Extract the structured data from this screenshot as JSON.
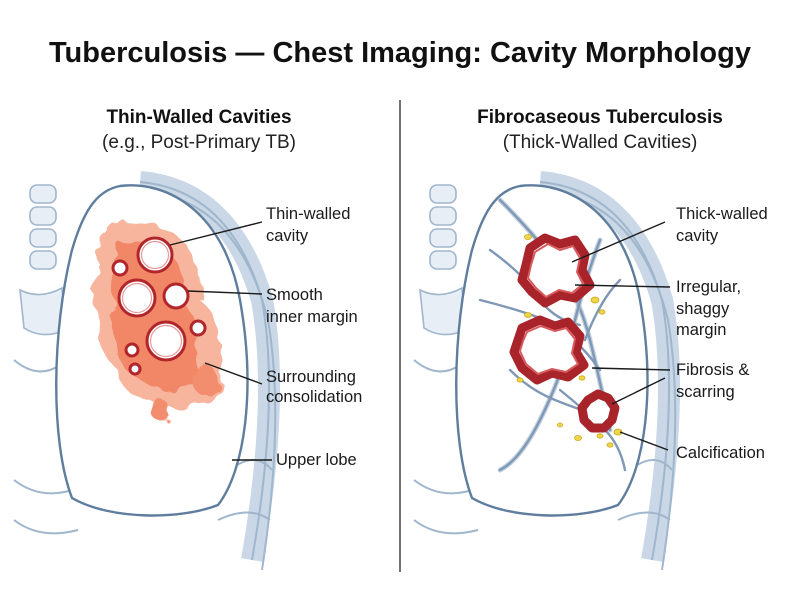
{
  "title": "Tuberculosis — Chest Imaging: Cavity Morphology",
  "left_panel": {
    "heading": "Thin-Walled Cavities",
    "subheading": "(e.g., Post-Primary TB)",
    "labels": {
      "cavity_1": "Thin-walled",
      "cavity_2": "cavity",
      "margin_1": "Smooth",
      "margin_2": "inner margin",
      "consol_1": "Surrounding",
      "consol_2": "consolidation",
      "lobe": "Upper lobe"
    }
  },
  "right_panel": {
    "heading": "Fibrocaseous Tuberculosis",
    "subheading": "(Thick-Walled Cavities)",
    "labels": {
      "cavity_1": "Thick-walled",
      "cavity_2": "cavity",
      "margin_1": "Irregular,",
      "margin_2": "shaggy",
      "margin_3": "margin",
      "fibrosis_1": "Fibrosis &",
      "fibrosis_2": "scarring",
      "calc": "Calcification"
    }
  },
  "colors": {
    "consolidation": "#f08a6c",
    "cavity_wall": "#b2262b",
    "lung_outline": "#5f7d9c",
    "calcification": "#f0d548",
    "fibrosis": "#7e98b6"
  }
}
